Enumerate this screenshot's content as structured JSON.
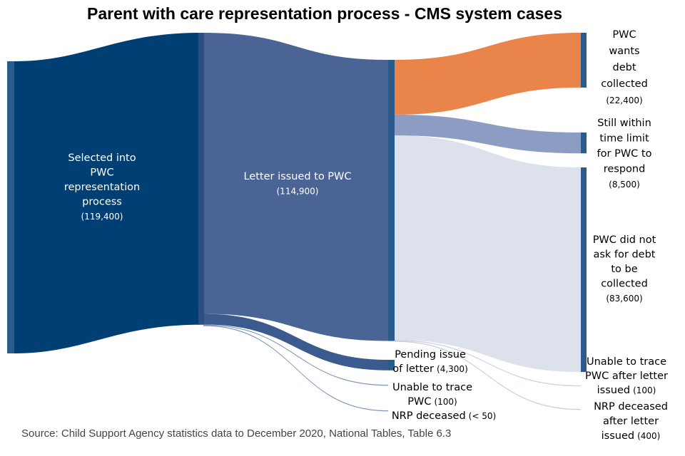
{
  "chart_data": {
    "type": "sankey",
    "title": "Parent with care representation process - CMS system cases",
    "source": "Source: Child Support Agency statistics data to December 2020, National Tables, Table 6.3",
    "colors": {
      "node_selected": "#003f73",
      "node_letter": "#4a6595",
      "node_bar": "#2b5a8c",
      "link_debt": "#e9844b",
      "link_time_limit": "#8c9cc2",
      "link_no_ask": "#dde1ec",
      "link_pending": "#3b5b8f",
      "link_thin": "#7f93bd",
      "link_thin_light": "#c8cfe0"
    },
    "nodes": [
      {
        "id": "selected",
        "lines": [
          "Selected into",
          "PWC",
          "representation",
          "process"
        ],
        "value_label": "(119,400)",
        "value": 119400
      },
      {
        "id": "letter",
        "lines": [
          "Letter issued to PWC"
        ],
        "value_label": "(114,900)",
        "value": 114900
      },
      {
        "id": "debt",
        "lines": [
          "PWC",
          "wants",
          "debt",
          "collected"
        ],
        "value_label": "(22,400)",
        "value": 22400
      },
      {
        "id": "time_limit",
        "lines": [
          "Still within",
          "time limit",
          "for PWC to",
          "respond"
        ],
        "value_label": "(8,500)",
        "value": 8500
      },
      {
        "id": "no_ask",
        "lines": [
          "PWC did not",
          "ask for debt",
          "to be",
          "collected"
        ],
        "value_label": "(83,600)",
        "value": 83600
      },
      {
        "id": "untrace_after",
        "lines": [
          "Unable to trace",
          "PWC after letter",
          "issued"
        ],
        "value_label": "(100)",
        "value": 100
      },
      {
        "id": "nrp_after",
        "lines": [
          "NRP deceased",
          "after letter",
          "issued"
        ],
        "value_label": "(400)",
        "value": 400
      },
      {
        "id": "pending",
        "lines": [
          "Pending issue",
          "of letter"
        ],
        "value_label": "(4,300)",
        "value": 4300
      },
      {
        "id": "untrace",
        "lines": [
          "Unable to trace",
          "PWC"
        ],
        "value_label": "(100)",
        "value": 100
      },
      {
        "id": "nrp",
        "lines": [
          "NRP deceased"
        ],
        "value_label": "(< 50)",
        "value": 30
      }
    ],
    "links": [
      {
        "source": "selected",
        "target": "letter",
        "value": 114900
      },
      {
        "source": "selected",
        "target": "pending",
        "value": 4300
      },
      {
        "source": "selected",
        "target": "untrace",
        "value": 100
      },
      {
        "source": "selected",
        "target": "nrp",
        "value": 30
      },
      {
        "source": "letter",
        "target": "debt",
        "value": 22400
      },
      {
        "source": "letter",
        "target": "time_limit",
        "value": 8500
      },
      {
        "source": "letter",
        "target": "no_ask",
        "value": 83600
      },
      {
        "source": "letter",
        "target": "untrace_after",
        "value": 100
      },
      {
        "source": "letter",
        "target": "nrp_after",
        "value": 400
      }
    ]
  }
}
